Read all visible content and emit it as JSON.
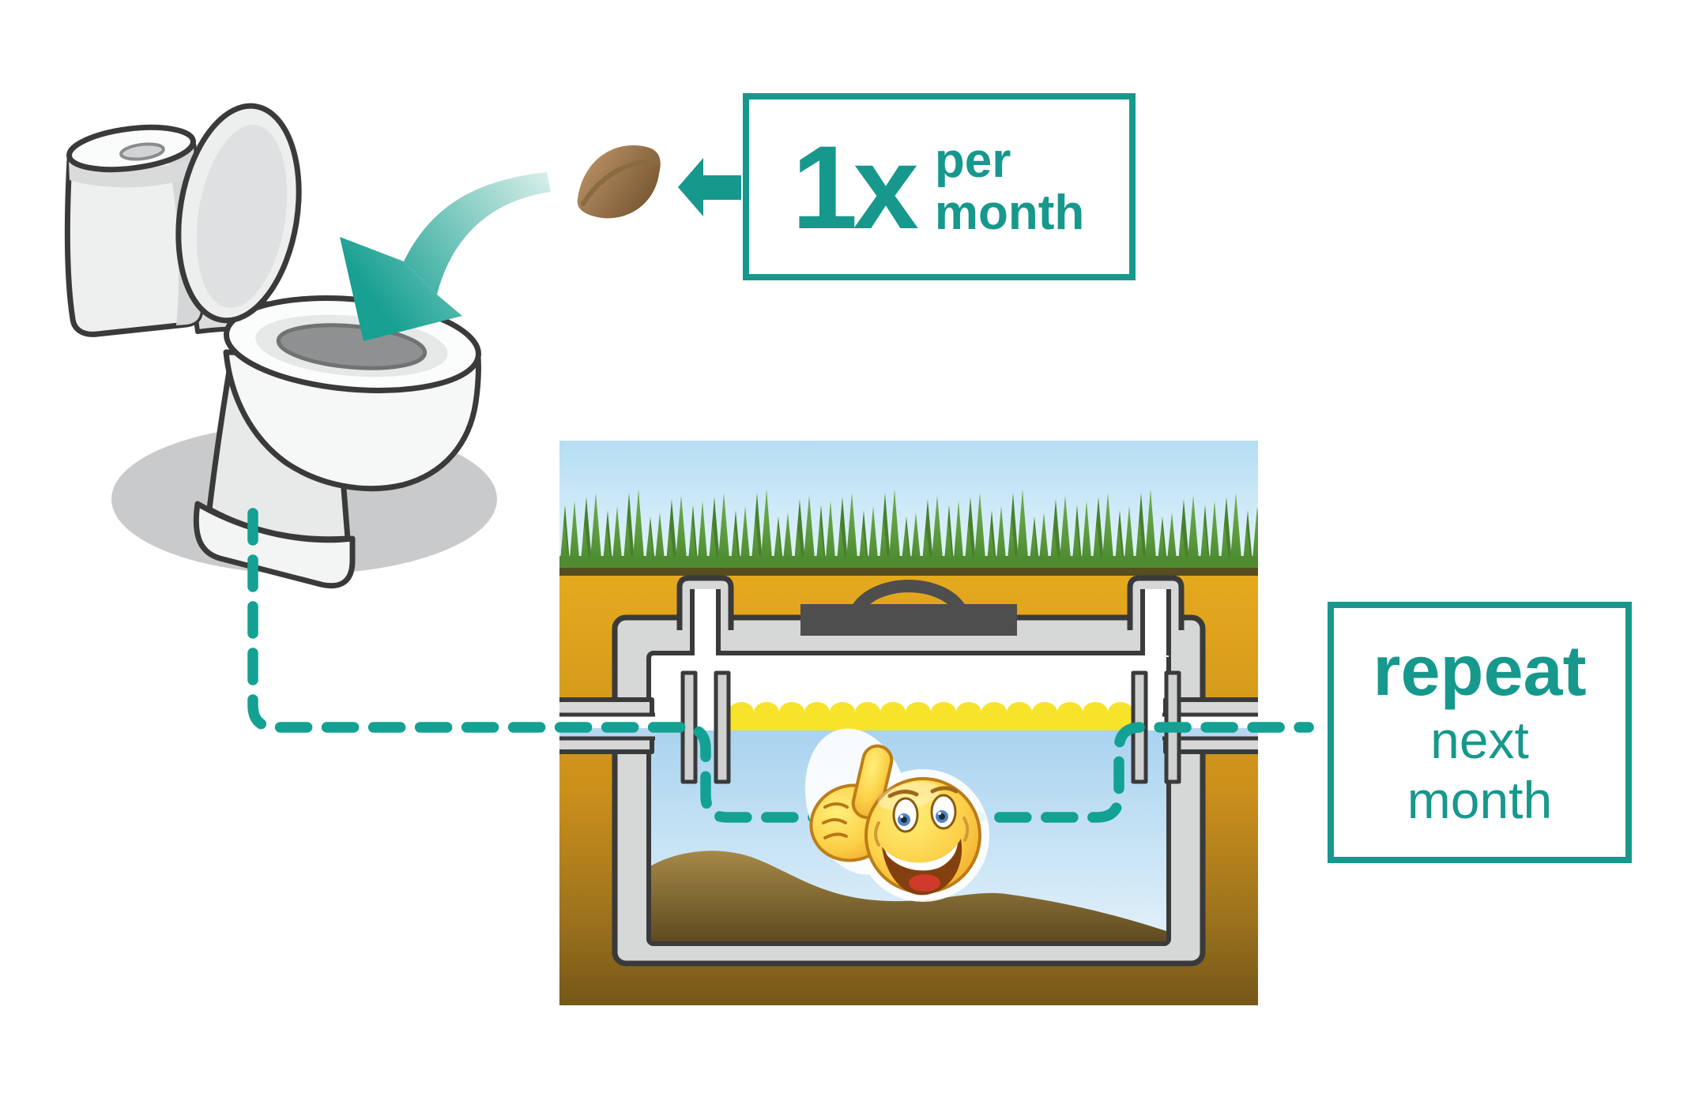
{
  "frequency_box": {
    "value": "1x",
    "unit_line1": "per",
    "unit_line2": "month"
  },
  "repeat_box": {
    "line1": "repeat",
    "line2": "next",
    "line3": "month"
  },
  "colors": {
    "accent": "#17988C",
    "dash": "#12A193",
    "outline": "#3A3A3A",
    "tank_gray": "#D6D7D7",
    "scum": "#F8E32B",
    "water": "#A9D3EF",
    "grass": "#5B9A3B",
    "soil": "#D99E1D",
    "sludge": "#8A6E33",
    "pod_brown": "#8A6540",
    "emoji_yellow": "#FCD148"
  }
}
